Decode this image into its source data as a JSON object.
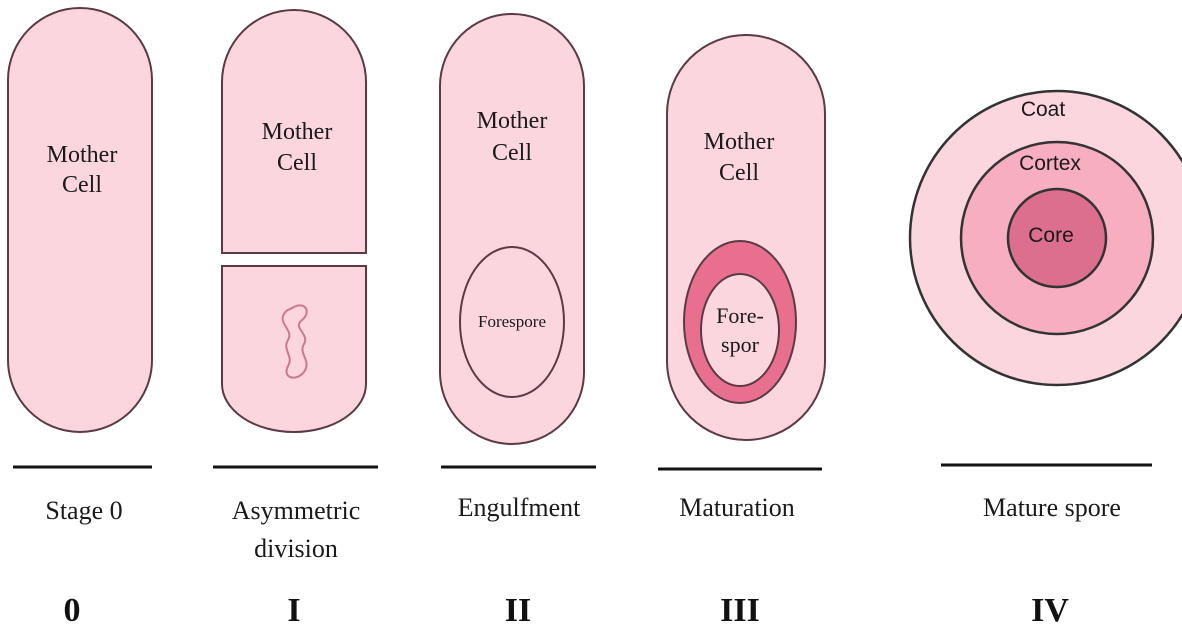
{
  "colors": {
    "cell_fill": "#fcd6df",
    "cell_stroke": "#5a3a44",
    "cortex_fill": "#f6aec0",
    "core_fill": "#dc6f8e",
    "forespore_ring_fill": "#e86f8e",
    "line": "#111111"
  },
  "stages": [
    {
      "name": "Stage 0",
      "numeral": "0",
      "mother_cell": [
        "Mother",
        "Cell"
      ]
    },
    {
      "name_lines": [
        "Asymmetric",
        "division"
      ],
      "numeral": "I",
      "mother_cell": [
        "Mother",
        "Cell"
      ]
    },
    {
      "name": "Engulfment",
      "numeral": "II",
      "mother_cell": [
        "Mother",
        "Cell"
      ],
      "forespore": "Forespore"
    },
    {
      "name": "Maturation",
      "numeral": "III",
      "mother_cell": [
        "Mother",
        "Cell"
      ],
      "forespore_lines": [
        "Fore-",
        "spor"
      ]
    },
    {
      "name": "Mature spore",
      "numeral": "IV",
      "layers": {
        "coat": "Coat",
        "cortex": "Cortex",
        "core": "Core"
      }
    }
  ]
}
